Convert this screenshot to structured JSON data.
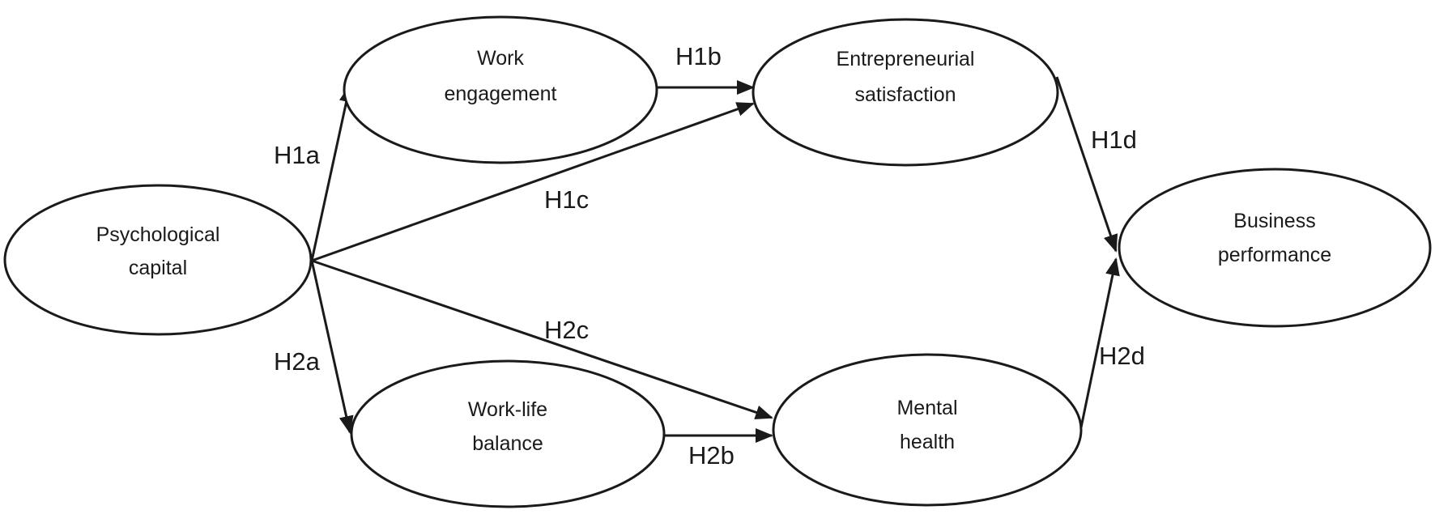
{
  "nodes": {
    "psych": {
      "lines": [
        "Psychological",
        "capital"
      ]
    },
    "engage": {
      "lines": [
        "Work",
        "engagement"
      ]
    },
    "entre": {
      "lines": [
        "Entrepreneurial",
        "satisfaction"
      ]
    },
    "business": {
      "lines": [
        "Business",
        "performance"
      ]
    },
    "wlb": {
      "lines": [
        "Work-life",
        "balance"
      ]
    },
    "mental": {
      "lines": [
        "Mental",
        "health"
      ]
    }
  },
  "edges": {
    "h1a": {
      "from": "psych",
      "to": "engage",
      "label": "H1a"
    },
    "h1b": {
      "from": "engage",
      "to": "entre",
      "label": "H1b"
    },
    "h1c": {
      "from": "psych",
      "to": "entre",
      "label": "H1c"
    },
    "h1d": {
      "from": "entre",
      "to": "business",
      "label": "H1d"
    },
    "h2a": {
      "from": "psych",
      "to": "wlb",
      "label": "H2a"
    },
    "h2b": {
      "from": "wlb",
      "to": "mental",
      "label": "H2b"
    },
    "h2c": {
      "from": "psych",
      "to": "mental",
      "label": "H2c"
    },
    "h2d": {
      "from": "mental",
      "to": "business",
      "label": "H2d"
    }
  }
}
